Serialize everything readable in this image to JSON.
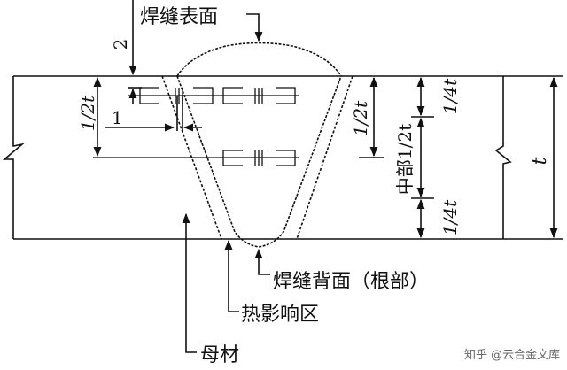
{
  "labels": {
    "weld_surface": "焊缝表面",
    "weld_back": "焊缝背面（根部）",
    "haz": "热影响区",
    "base_metal": "母材",
    "dim_2": "2",
    "dim_1": "1",
    "left_half_t": "1/2t",
    "right_half_t": "1/2t",
    "quarter_t_top": "1/4t",
    "middle_half_t": "中部1/2t",
    "quarter_t_bottom": "1/4t",
    "thickness": "t"
  },
  "watermark": "知乎 @云合金文库",
  "colors": {
    "line": "#111111",
    "watermark": "#666666"
  }
}
